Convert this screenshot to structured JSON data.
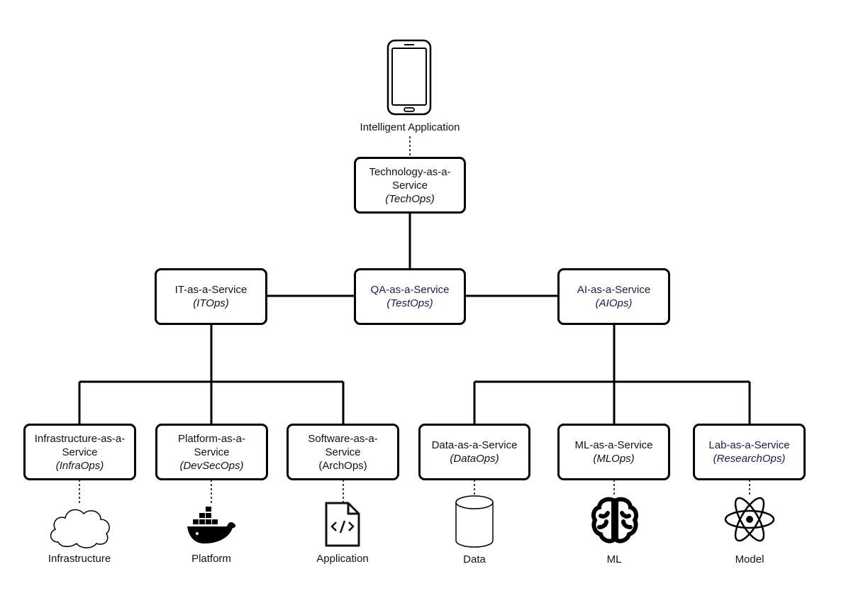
{
  "top": {
    "label": "Intelligent Application",
    "icon": "smartphone-icon"
  },
  "nodes": {
    "techops": {
      "line1": "Technology-as-a-",
      "line2": "Service",
      "sub": "(TechOps)"
    },
    "itops": {
      "line1": "IT-as-a-Service",
      "sub": "(ITOps)"
    },
    "testops": {
      "line1": "QA-as-a-Service",
      "sub": "(TestOps)"
    },
    "aiops": {
      "line1": "AI-as-a-Service",
      "sub": "(AIOps)"
    },
    "infraops": {
      "line1": "Infrastructure-as-a-",
      "line2": "Service",
      "sub": "(InfraOps)"
    },
    "devsecops": {
      "line1": "Platform-as-a-",
      "line2": "Service",
      "sub": "(DevSecOps)"
    },
    "archops": {
      "line1": "Software-as-a-",
      "line2": "Service",
      "sub": "(ArchOps)"
    },
    "dataops": {
      "line1": "Data-as-a-Service",
      "sub": "(DataOps)"
    },
    "mlops": {
      "line1": "ML-as-a-Service",
      "sub": "(MLOps)"
    },
    "researchops": {
      "line1": "Lab-as-a-Service",
      "sub": "(ResearchOps)"
    }
  },
  "leaves": {
    "infrastructure": {
      "label": "Infrastructure",
      "icon": "cloud-icon"
    },
    "platform": {
      "label": "Platform",
      "icon": "docker-whale-icon"
    },
    "application": {
      "label": "Application",
      "icon": "code-file-icon"
    },
    "data": {
      "label": "Data",
      "icon": "database-cylinder-icon"
    },
    "ml": {
      "label": "ML",
      "icon": "brain-icon"
    },
    "model": {
      "label": "Model",
      "icon": "atom-icon"
    }
  }
}
